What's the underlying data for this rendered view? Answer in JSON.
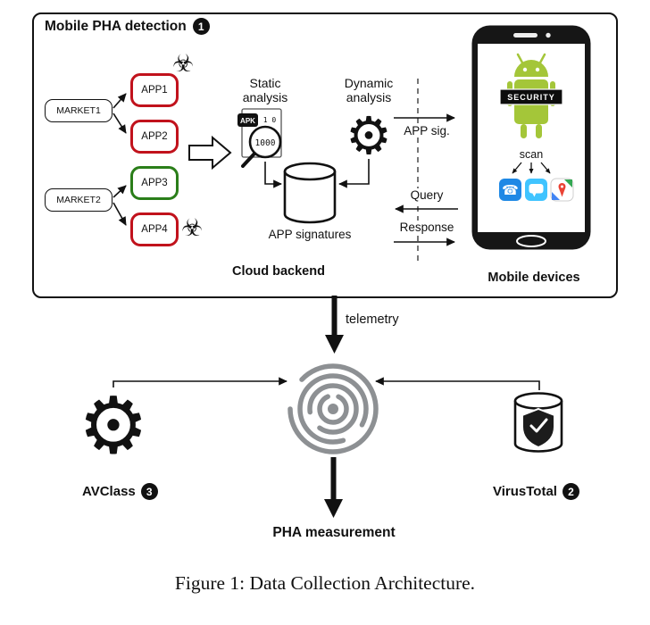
{
  "caption": "Figure 1: Data Collection Architecture.",
  "icons": {
    "gear": "⚙",
    "biohazard": "☣",
    "phone_glyph": "☎"
  },
  "colors": {
    "ink": "#111111",
    "malicious": "#c1121c",
    "benign": "#2a7e19",
    "android_green": "#a4c639",
    "radar_gray": "#8d9093",
    "phone_app_blue": "#1e88e5",
    "chat_app_blue": "#40c4ff",
    "pin_red": "#ea4335"
  },
  "detection": {
    "title": "Mobile PHA detection",
    "badge": "1",
    "markets": [
      {
        "label": "MARKET1"
      },
      {
        "label": "MARKET2"
      }
    ],
    "apps": [
      {
        "label": "APP1",
        "border": "#c1121c",
        "flagged": true
      },
      {
        "label": "APP2",
        "border": "#c1121c",
        "flagged": false
      },
      {
        "label": "APP3",
        "border": "#2a7e19",
        "flagged": false
      },
      {
        "label": "APP4",
        "border": "#c1121c",
        "flagged": true
      }
    ],
    "static_label": "Static analysis",
    "dynamic_label": "Dynamic analysis",
    "apk_chip": "APK",
    "apk_bits": "1 0",
    "lens_bits": "1000",
    "signatures_label": "APP signatures",
    "app_sig_label": "APP sig.",
    "query_label": "Query",
    "response_label": "Response",
    "cloud_label": "Cloud backend",
    "devices_label": "Mobile devices",
    "phone": {
      "security": "SECURITY",
      "scan": "scan"
    }
  },
  "telemetry_label": "telemetry",
  "avclass": {
    "label": "AVClass",
    "badge": "3"
  },
  "virustotal": {
    "label": "VirusTotal",
    "badge": "2"
  },
  "pha_label": "PHA measurement"
}
